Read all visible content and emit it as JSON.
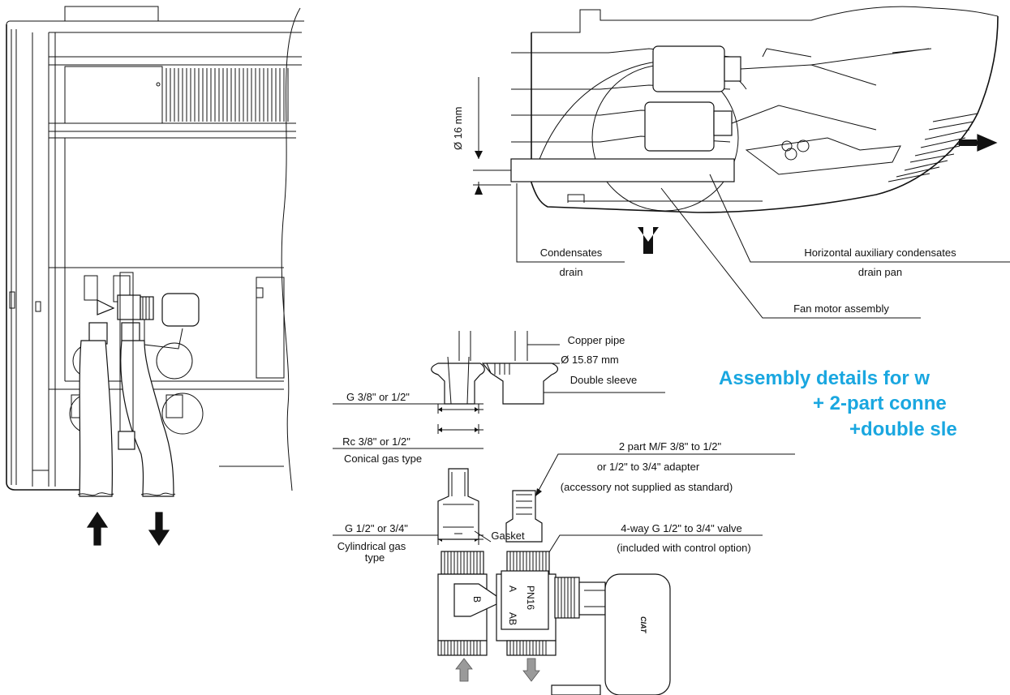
{
  "title": {
    "line1": "Assembly details for w",
    "line2": "+ 2-part conne",
    "line3": "+double sle"
  },
  "labels": {
    "diameter_16": "Ø 16 mm",
    "condensates_drain_1": "Condensates",
    "condensates_drain_2": "drain",
    "horizontal_pan_1": "Horizontal auxiliary condensates",
    "horizontal_pan_2": "drain pan",
    "fan_motor": "Fan motor assembly",
    "copper_pipe": "Copper pipe",
    "copper_diameter": "Ø 15.87 mm",
    "double_sleeve": "Double sleeve",
    "g38_12": "G 3/8\" or 1/2\"",
    "rc38_12": "Rc 3/8\" or 1/2\"",
    "conical_gas": "Conical gas type",
    "adapter_1": "2 part M/F 3/8\" to 1/2\"",
    "adapter_2": "or 1/2\" to 3/4\" adapter",
    "adapter_3": "(accessory not supplied as standard)",
    "g12_34": "G 1/2\" or 3/4\"",
    "cylindrical_1": "Cylindrical gas",
    "cylindrical_2": "type",
    "gasket": "Gasket",
    "valve_1": "4-way G 1/2\" to 3/4\" valve",
    "valve_2": "(included with control option)"
  },
  "valve_marks": {
    "a": "A",
    "b": "B",
    "ab": "AB",
    "pn16": "PN16",
    "brand": "CIAT"
  },
  "colors": {
    "title": "#1aa7e0",
    "line": "#111111",
    "arrow_grey": "#9a9a9a"
  }
}
